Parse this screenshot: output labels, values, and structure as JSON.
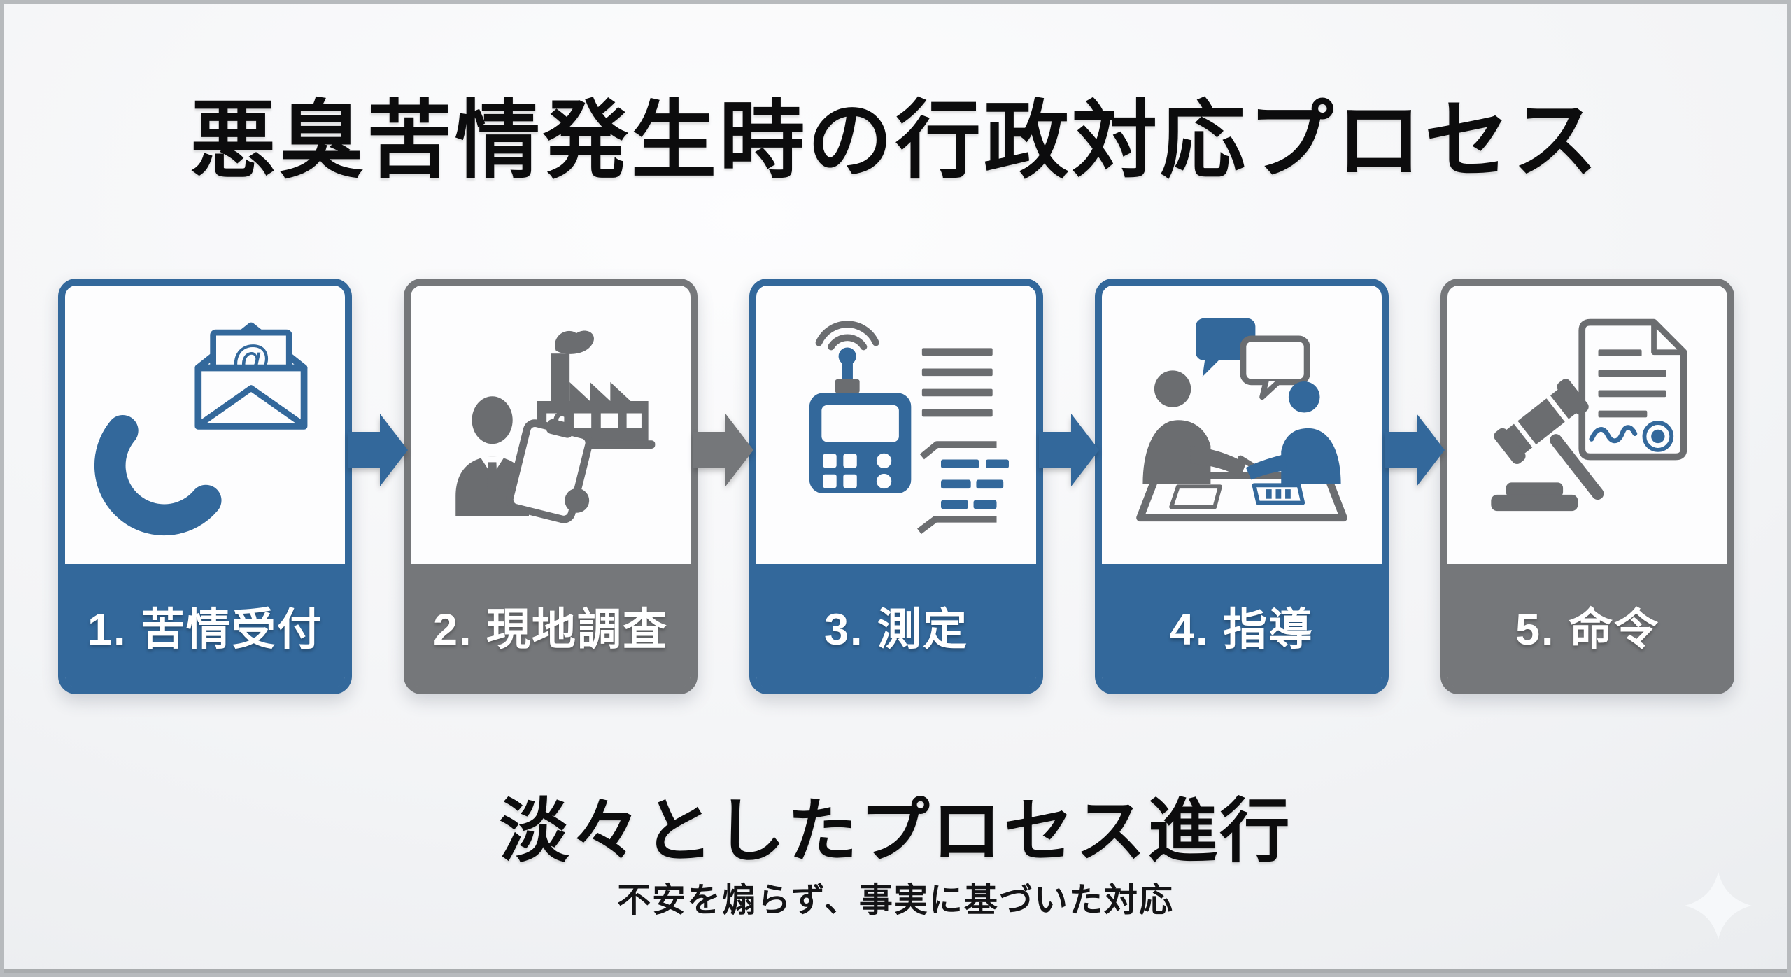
{
  "title": "悪臭苦情発生時の行政対応プロセス",
  "steps": [
    {
      "label": "1. 苦情受付",
      "color": "blue",
      "icon": "phone-email-icon"
    },
    {
      "label": "2. 現地調査",
      "color": "gray",
      "icon": "inspector-clipboard-factory-icon"
    },
    {
      "label": "3. 測定",
      "color": "blue",
      "icon": "odor-measuring-device-icon"
    },
    {
      "label": "4. 指導",
      "color": "blue",
      "icon": "guidance-meeting-icon"
    },
    {
      "label": "5. 命令",
      "color": "gray",
      "icon": "gavel-order-document-icon"
    }
  ],
  "arrows": [
    {
      "color": "blue"
    },
    {
      "color": "gray"
    },
    {
      "color": "blue"
    },
    {
      "color": "blue"
    }
  ],
  "footer": {
    "heading": "淡々としたプロセス進行",
    "subheading": "不安を煽らず、事実に基づいた対応"
  },
  "colors": {
    "blue": "#33689b",
    "gray": "#75777a",
    "icongray": "#6b6d70",
    "ink": "#0c0c0d"
  },
  "watermark": "sparkle-icon",
  "email_at_symbol": "@"
}
